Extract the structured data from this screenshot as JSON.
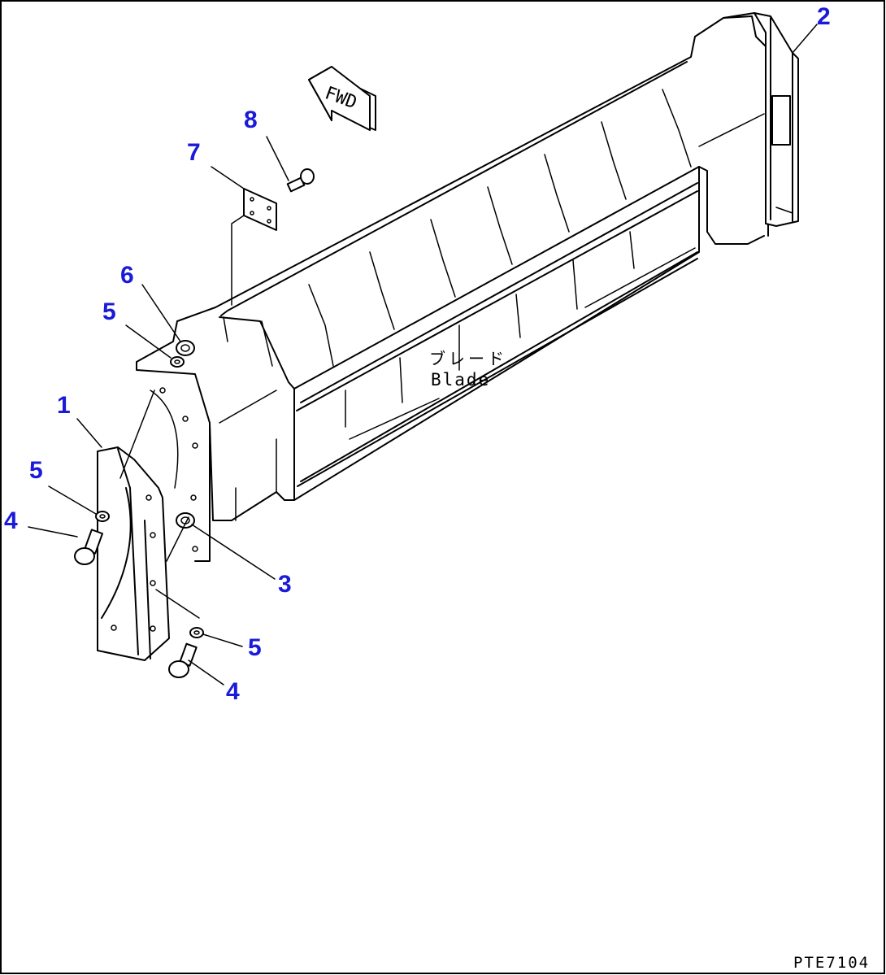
{
  "diagram": {
    "fwd_arrow_text": "FWD",
    "blade_label_jp": "ブレード",
    "blade_label_en": "Blade",
    "drawing_code": "PTE7104",
    "callouts": {
      "c1": "1",
      "c2": "2",
      "c3": "3",
      "c4a": "4",
      "c4b": "4",
      "c5a": "5",
      "c5b": "5",
      "c5c": "5",
      "c6": "6",
      "c7": "7",
      "c8": "8"
    },
    "callout_color": "#1a1ad8",
    "line_color": "#000000"
  }
}
